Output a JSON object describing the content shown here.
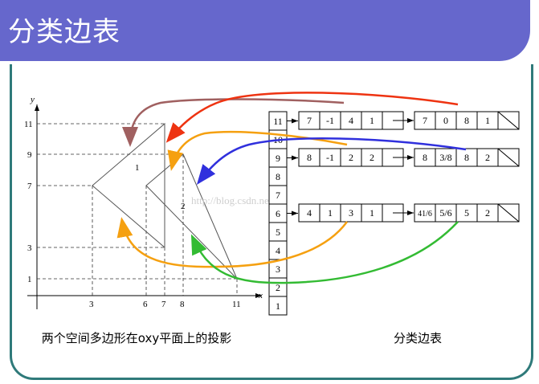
{
  "title": "分类边表",
  "caption_left": "两个空间多边形在oxy平面上的投影",
  "caption_right": "分类边表",
  "watermark": "http://blog.csdn.net/",
  "axes": {
    "x_label": "x",
    "y_label": "y",
    "x_ticks": [
      "3",
      "6",
      "7",
      "8",
      "11"
    ],
    "y_ticks": [
      "1",
      "3",
      "7",
      "9",
      "11"
    ]
  },
  "polygon_labels": [
    "1",
    "2"
  ],
  "bucket_indices": [
    "11",
    "10",
    "9",
    "8",
    "7",
    "6",
    "5",
    "4",
    "3",
    "2",
    "1"
  ],
  "rows": [
    {
      "bucket": "11",
      "nodes": [
        [
          "7",
          "-1",
          "4",
          "1"
        ],
        [
          "7",
          "0",
          "8",
          "1"
        ]
      ]
    },
    {
      "bucket": "9",
      "nodes": [
        [
          "8",
          "-1",
          "2",
          "2"
        ],
        [
          "8",
          "3/8",
          "8",
          "2"
        ]
      ]
    },
    {
      "bucket": "6",
      "nodes": [
        [
          "4",
          "1",
          "3",
          "1"
        ],
        [
          "41/6",
          "5/6",
          "5",
          "2"
        ]
      ]
    }
  ],
  "colors": {
    "title_bg": "#6667cc",
    "frame": "#2f7a7a",
    "arrow_brown": "#a06060",
    "arrow_red": "#ee3311",
    "arrow_orange": "#f5a010",
    "arrow_blue": "#3030dd",
    "arrow_green": "#33bb33"
  }
}
